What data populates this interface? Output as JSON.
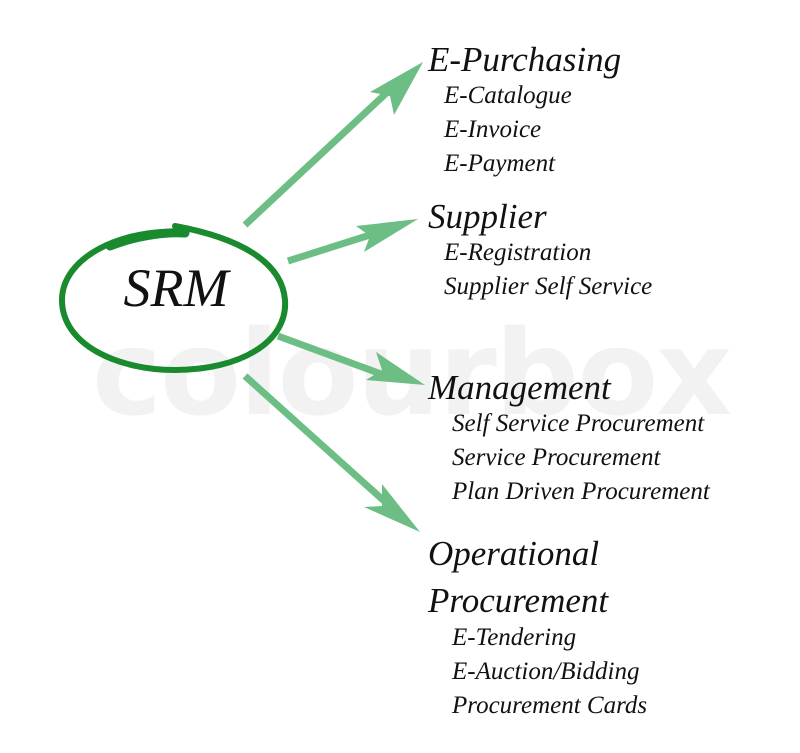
{
  "diagram": {
    "center": "SRM",
    "watermark": "colourbox",
    "colors": {
      "ring": "#1a8a2e",
      "arrow": "#6dbe84",
      "text": "#111111",
      "watermark": "#f2f2f2"
    },
    "branches": [
      {
        "title": "E-Purchasing",
        "items": [
          "E-Catalogue",
          "E-Invoice",
          "E-Payment"
        ]
      },
      {
        "title": "Supplier",
        "items": [
          "E-Registration",
          "Supplier Self Service"
        ]
      },
      {
        "title": "Management",
        "items": [
          "Self Service Procurement",
          "Service Procurement",
          "Plan Driven Procurement"
        ]
      },
      {
        "title_lines": [
          "Operational",
          "Procurement"
        ],
        "items": [
          "E-Tendering",
          "E-Auction/Bidding",
          "Procurement Cards"
        ]
      }
    ]
  }
}
